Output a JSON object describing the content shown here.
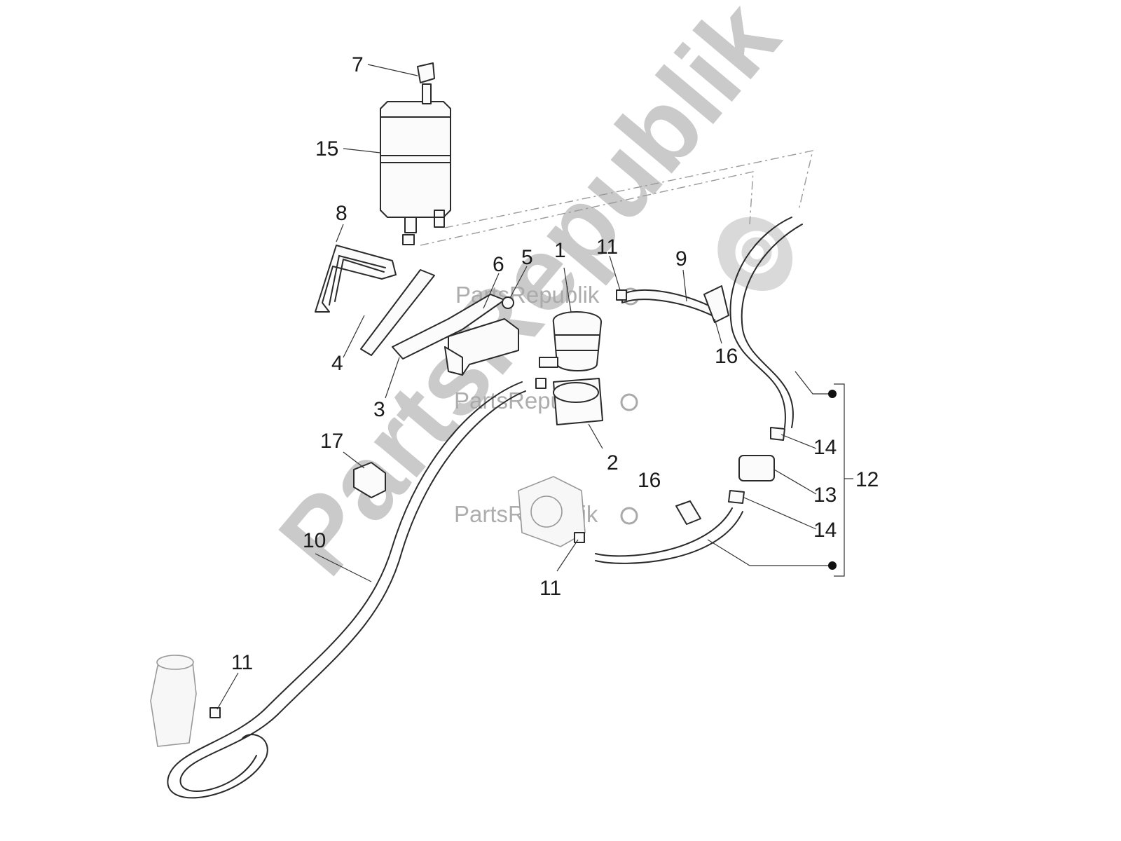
{
  "watermark": {
    "brand": "PartsRepublik",
    "brand_short": "PartsRepublik"
  },
  "callouts": [
    {
      "id": "c7",
      "text": "7"
    },
    {
      "id": "c15",
      "text": "15"
    },
    {
      "id": "c8",
      "text": "8"
    },
    {
      "id": "c6",
      "text": "6"
    },
    {
      "id": "c5",
      "text": "5"
    },
    {
      "id": "c1",
      "text": "1"
    },
    {
      "id": "c11a",
      "text": "11"
    },
    {
      "id": "c9",
      "text": "9"
    },
    {
      "id": "c4",
      "text": "4"
    },
    {
      "id": "c16a",
      "text": "16"
    },
    {
      "id": "c3",
      "text": "3"
    },
    {
      "id": "c17",
      "text": "17"
    },
    {
      "id": "c2",
      "text": "2"
    },
    {
      "id": "c14a",
      "text": "14"
    },
    {
      "id": "c16b",
      "text": "16"
    },
    {
      "id": "c12",
      "text": "12"
    },
    {
      "id": "c13",
      "text": "13"
    },
    {
      "id": "c14b",
      "text": "14"
    },
    {
      "id": "c10",
      "text": "10"
    },
    {
      "id": "c11b",
      "text": "11"
    },
    {
      "id": "c11c",
      "text": "11"
    }
  ]
}
